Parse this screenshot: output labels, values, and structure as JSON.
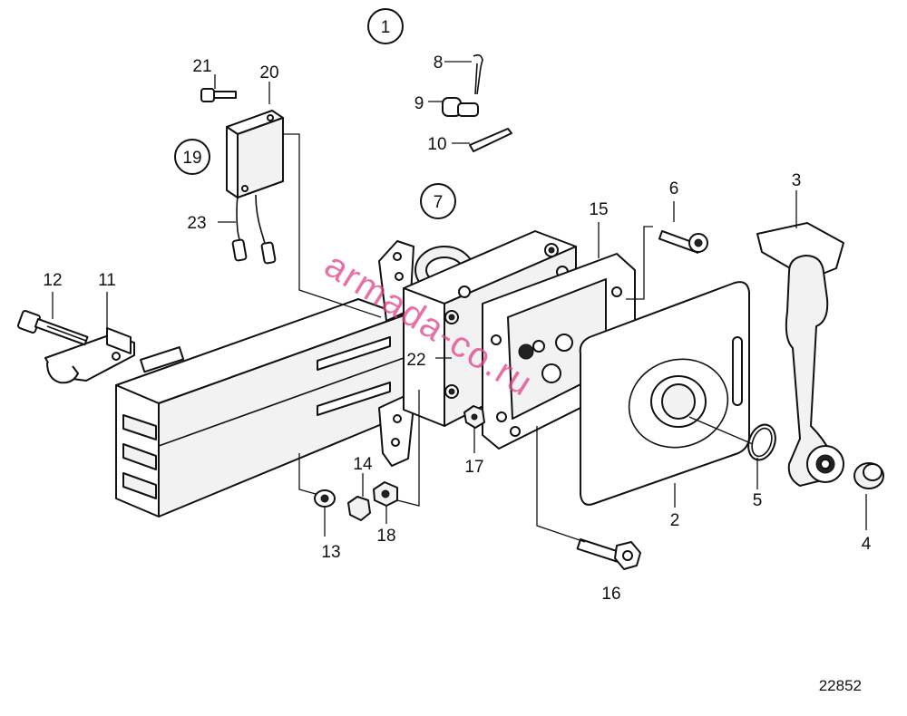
{
  "diagram": {
    "colors": {
      "line": "#111111",
      "background": "#ffffff",
      "watermark": "#e0408a"
    },
    "watermark": "armada-co.ru",
    "doc_number": "22852",
    "circled_labels": {
      "c1": "1",
      "c7": "7",
      "c19": "19"
    },
    "labels": {
      "p2": "2",
      "p3": "3",
      "p4": "4",
      "p5": "5",
      "p6": "6",
      "p8": "8",
      "p9": "9",
      "p10": "10",
      "p11": "11",
      "p12": "12",
      "p13": "13",
      "p14": "14",
      "p15": "15",
      "p16": "16",
      "p17": "17",
      "p18": "18",
      "p20": "20",
      "p21": "21",
      "p22": "22",
      "p23": "23"
    }
  }
}
